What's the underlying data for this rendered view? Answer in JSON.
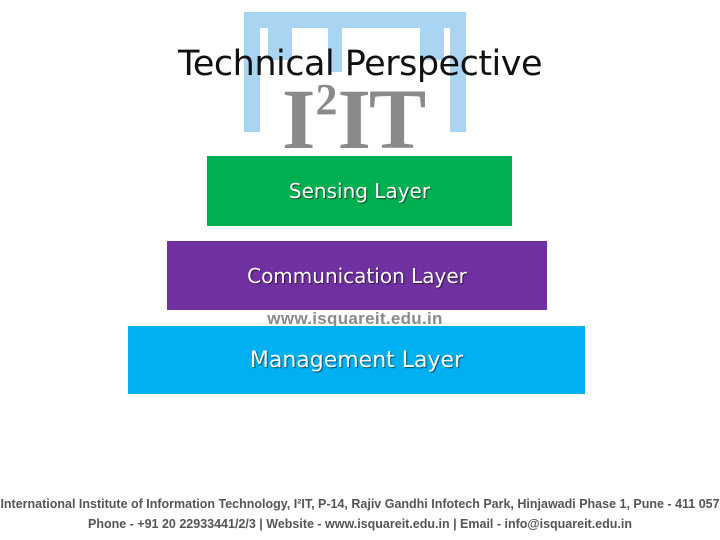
{
  "slide": {
    "title": "Technical Perspective",
    "watermark": {
      "logo_text": "I",
      "logo_superscript": "2",
      "logo_suffix": "IT",
      "url": "www.isquareit.edu.in"
    },
    "layers": [
      {
        "label": "Sensing Layer",
        "color": "#00b050"
      },
      {
        "label": "Communication Layer",
        "color": "#7030a0"
      },
      {
        "label": "Management Layer",
        "color": "#00b0f0"
      }
    ],
    "footer": {
      "line1": "International Institute of Information Technology, I²IT, P-14, Rajiv Gandhi Infotech Park, Hinjawadi Phase 1, Pune - 411 057",
      "line2": "Phone - +91 20 22933441/2/3 | Website - www.isquareit.edu.in | Email - info@isquareit.edu.in"
    }
  }
}
